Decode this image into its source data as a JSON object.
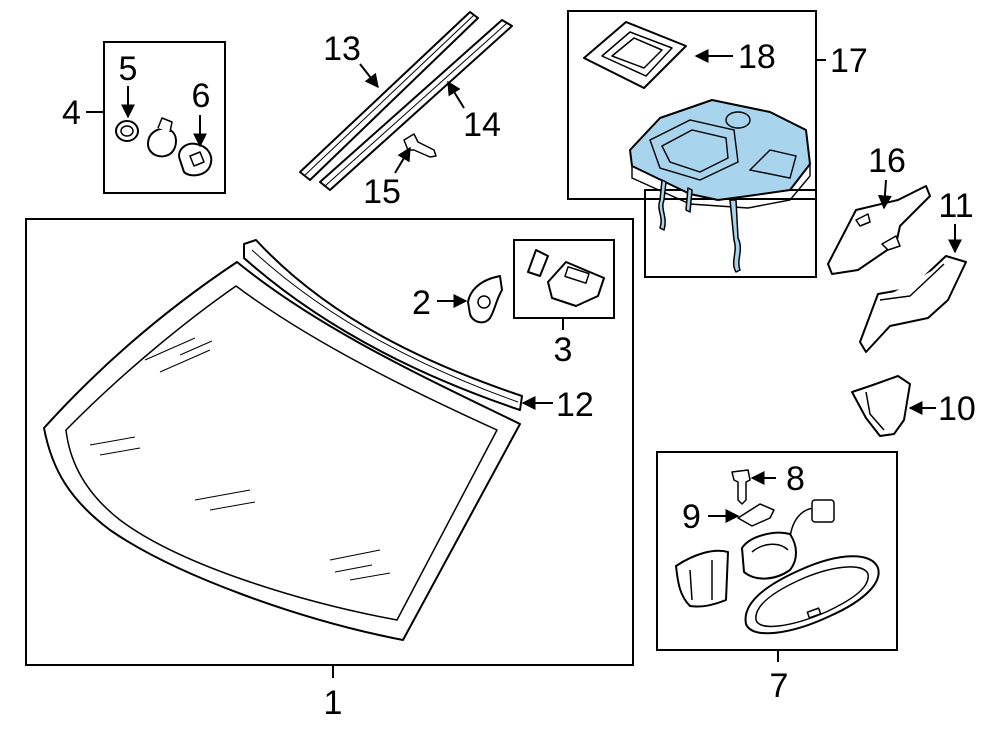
{
  "diagram": {
    "highlight_color": "#a9d4ee",
    "callouts": {
      "c1": "1",
      "c2": "2",
      "c3": "3",
      "c4": "4",
      "c5": "5",
      "c6": "6",
      "c7": "7",
      "c8": "8",
      "c9": "9",
      "c10": "10",
      "c11": "11",
      "c12": "12",
      "c13": "13",
      "c14": "14",
      "c15": "15",
      "c16": "16",
      "c17": "17",
      "c18": "18"
    }
  }
}
